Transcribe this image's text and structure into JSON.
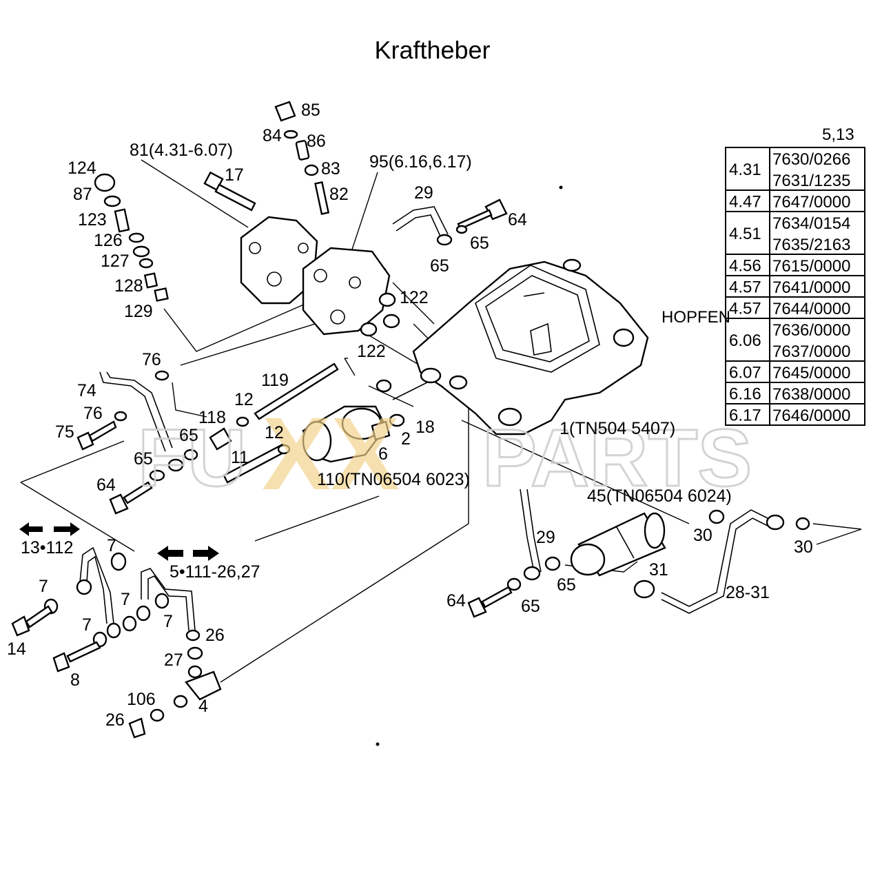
{
  "title": "Kraftheber",
  "callouts": [
    {
      "id": "c85",
      "text": "85"
    },
    {
      "id": "c84",
      "text": "84"
    },
    {
      "id": "c86",
      "text": "86"
    },
    {
      "id": "c81",
      "text": "81(4.31-6.07)"
    },
    {
      "id": "c17",
      "text": "17"
    },
    {
      "id": "c83",
      "text": "83"
    },
    {
      "id": "c82",
      "text": "82"
    },
    {
      "id": "c95",
      "text": "95(6.16,6.17)"
    },
    {
      "id": "c124",
      "text": "124"
    },
    {
      "id": "c87",
      "text": "87"
    },
    {
      "id": "c123",
      "text": "123"
    },
    {
      "id": "c126",
      "text": "126"
    },
    {
      "id": "c127",
      "text": "127"
    },
    {
      "id": "c128",
      "text": "128"
    },
    {
      "id": "c129",
      "text": "129"
    },
    {
      "id": "c29a",
      "text": "29"
    },
    {
      "id": "c64a",
      "text": "64"
    },
    {
      "id": "c65a",
      "text": "65"
    },
    {
      "id": "c65b",
      "text": "65"
    },
    {
      "id": "c122a",
      "text": "122"
    },
    {
      "id": "c122b",
      "text": "122"
    },
    {
      "id": "c76a",
      "text": "76"
    },
    {
      "id": "c74",
      "text": "74"
    },
    {
      "id": "c76b",
      "text": "76"
    },
    {
      "id": "c75",
      "text": "75"
    },
    {
      "id": "c119",
      "text": "119"
    },
    {
      "id": "c12a",
      "text": "12"
    },
    {
      "id": "c118",
      "text": "118"
    },
    {
      "id": "c65c",
      "text": "65"
    },
    {
      "id": "c65d",
      "text": "65"
    },
    {
      "id": "c12b",
      "text": "12"
    },
    {
      "id": "c11",
      "text": "11"
    },
    {
      "id": "c64b",
      "text": "64"
    },
    {
      "id": "c18",
      "text": "18"
    },
    {
      "id": "c2",
      "text": "2"
    },
    {
      "id": "c6",
      "text": "6"
    },
    {
      "id": "c110",
      "text": "110(TN06504 6023)"
    },
    {
      "id": "c1",
      "text": "1(TN504 5407)"
    },
    {
      "id": "c45",
      "text": "45(TN06504 6024)"
    },
    {
      "id": "c30a",
      "text": "30"
    },
    {
      "id": "c30b",
      "text": "30"
    },
    {
      "id": "c29b",
      "text": "29"
    },
    {
      "id": "c65e",
      "text": "65"
    },
    {
      "id": "c64c",
      "text": "64"
    },
    {
      "id": "c65f",
      "text": "65"
    },
    {
      "id": "c31",
      "text": "31"
    },
    {
      "id": "c28",
      "text": "28-31"
    },
    {
      "id": "c13",
      "text": "13•112"
    },
    {
      "id": "c5",
      "text": "5•111-26,27"
    },
    {
      "id": "c7a",
      "text": "7"
    },
    {
      "id": "c7b",
      "text": "7"
    },
    {
      "id": "c7c",
      "text": "7"
    },
    {
      "id": "c7d",
      "text": "7"
    },
    {
      "id": "c7e",
      "text": "7"
    },
    {
      "id": "c14",
      "text": "14"
    },
    {
      "id": "c8",
      "text": "8"
    },
    {
      "id": "c26a",
      "text": "26"
    },
    {
      "id": "c27",
      "text": "27"
    },
    {
      "id": "c106",
      "text": "106"
    },
    {
      "id": "c26b",
      "text": "26"
    },
    {
      "id": "c4",
      "text": "4"
    }
  ],
  "table": {
    "header": "5,13",
    "side_label": "HOPFEN",
    "rows": [
      {
        "key": "4.31",
        "values": [
          "7630/0266",
          "7631/1235"
        ]
      },
      {
        "key": "4.47",
        "values": [
          "7647/0000"
        ]
      },
      {
        "key": "4.51",
        "values": [
          "7634/0154",
          "7635/2163"
        ]
      },
      {
        "key": "4.56",
        "values": [
          "7615/0000"
        ]
      },
      {
        "key": "4.57",
        "values": [
          "7641/0000"
        ]
      },
      {
        "key": "4.57",
        "values": [
          "7644/0000"
        ]
      },
      {
        "key": "6.06",
        "values": [
          "7636/0000",
          "7637/0000"
        ]
      },
      {
        "key": "6.07",
        "values": [
          "7645/0000"
        ]
      },
      {
        "key": "6.16",
        "values": [
          "7638/0000"
        ]
      },
      {
        "key": "6.17",
        "values": [
          "7646/0000"
        ]
      }
    ]
  },
  "watermark": {
    "left": "FU",
    "middle": "XX",
    "right": "PARTS"
  },
  "colors": {
    "line": "#000000",
    "watermark_gray": "#d0d0d0",
    "watermark_accent": "#f2d28a"
  }
}
